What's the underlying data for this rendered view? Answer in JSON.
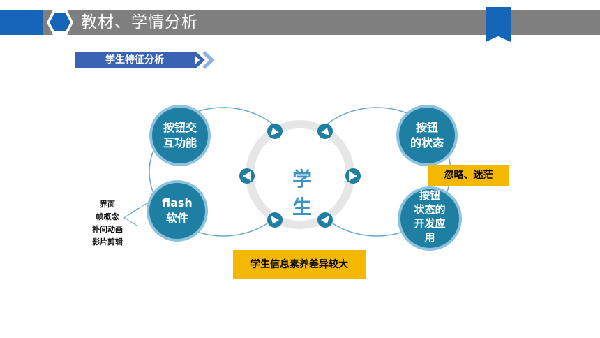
{
  "header": {
    "title": "教材、学情分析"
  },
  "section": {
    "label": "学生特征分析"
  },
  "diagram": {
    "center": "学 生",
    "nodes": {
      "top_left": "按钮交\n互功能",
      "bottom_left": "flash\n软件",
      "top_right": "按钮\n的状态",
      "bottom_right": "按钮\n状态的\n开发应\n用"
    },
    "note_lines": [
      "界面",
      "帧概念",
      "补间动画",
      "影片剪辑"
    ],
    "callout_right": "忽略、迷茫",
    "callout_bottom": "学生信息素养差异较大"
  },
  "colors": {
    "header_bar": "#7f7f7f",
    "header_accent": "#1565b8",
    "section_bar": "#3a63b4",
    "node_fill": "#1f7fa3",
    "ring": "#e6e6e6",
    "callout": "#f5b800",
    "center_text": "#3b95c4"
  },
  "icons": [
    "hexagon-icon",
    "bookmark-tab-icon",
    "double-chevron-icon",
    "arrow-circle-icon"
  ]
}
